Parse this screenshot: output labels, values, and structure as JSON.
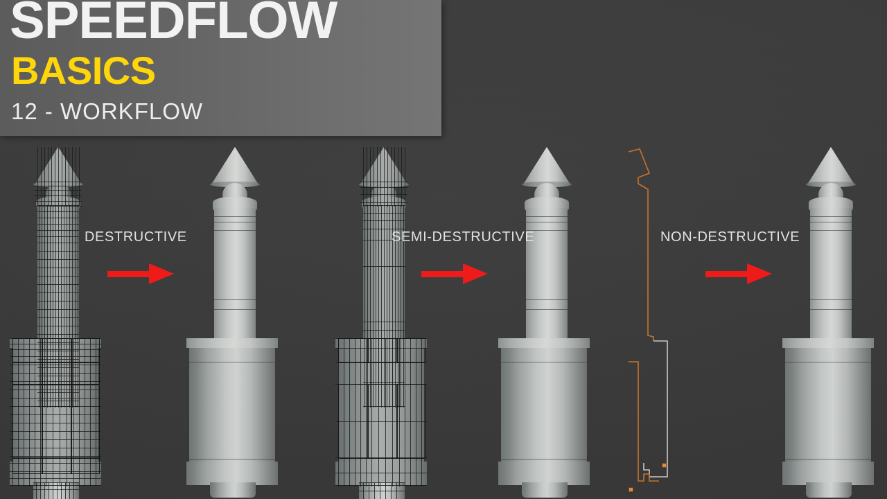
{
  "banner": {
    "title_main": "SPEEDFLOW",
    "title_sub": "BASICS",
    "episode": "12 - WORKFLOW",
    "color_title": "#f2f2f2",
    "color_sub": "#ffd60a",
    "color_episode": "#eeeeee",
    "bg_gradient_from": "#5c5c5c",
    "bg_gradient_to": "#757575"
  },
  "viewport": {
    "background_color": "#3a3a3a",
    "arrow_color": "#ef1b1b",
    "wireframe_color": "#191b1b",
    "profile_curve_color": "#c8742a",
    "profile_highlight_color": "#c8c8c8",
    "mesh_color": "#c2c6c4"
  },
  "stages": [
    {
      "id": "destructive",
      "label": "DESTRUCTIVE",
      "input": "dense-wireframe-mesh",
      "output": "shaded-mesh",
      "arrow": "arrow-right-icon"
    },
    {
      "id": "semi-destructive",
      "label": "SEMI-DESTRUCTIVE",
      "input": "medium-wireframe-mesh",
      "output": "shaded-mesh",
      "arrow": "arrow-right-icon"
    },
    {
      "id": "non-destructive",
      "label": "NON-DESTRUCTIVE",
      "input": "profile-curve",
      "output": "shaded-mesh",
      "arrow": "arrow-right-icon"
    }
  ]
}
